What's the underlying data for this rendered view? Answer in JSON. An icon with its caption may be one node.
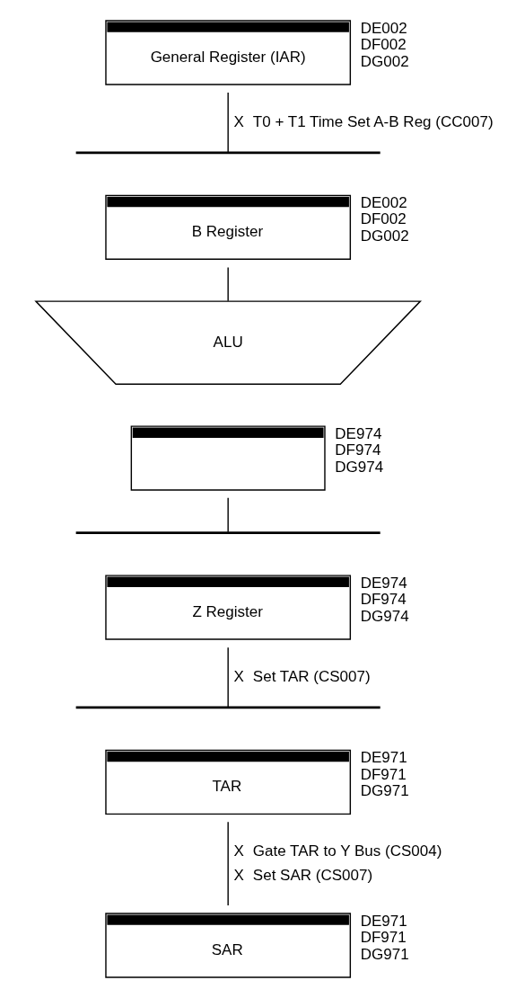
{
  "diagram": {
    "nodes": [
      {
        "text": [
          "General Register (IAR)"
        ],
        "beside": [
          "DE002",
          "DF002",
          "DG002"
        ]
      },
      {
        "text": [],
        "shape": "bar"
      },
      {
        "text": [
          "B Register"
        ],
        "beside": [
          "DE002",
          "DF002",
          "DG002"
        ]
      },
      {
        "text": [
          "ALU"
        ]
      },
      {
        "text": [],
        "shape": "box",
        "beside": [
          "DE974",
          "DF974",
          "DG974"
        ]
      },
      {
        "text": [],
        "shape": "bar"
      },
      {
        "text": [
          "Z Register"
        ],
        "beside": [
          "DE974",
          "DF974",
          "DG974"
        ]
      },
      {
        "text": [],
        "shape": "bar"
      },
      {
        "text": [
          "TAR"
        ],
        "beside": [
          "DE971",
          "DF971",
          "DG971"
        ]
      },
      {
        "text": [
          "SAR"
        ],
        "beside": [
          "DE971",
          "DF971",
          "DG971"
        ]
      }
    ],
    "edges": [
      {
        "from": 0,
        "to": 1,
        "arrow": "none",
        "label": "T0 + T1 Time Set A-B Reg (CC007)"
      },
      {
        "from": 2,
        "to": 3,
        "arrow": "none"
      },
      {
        "from": 4,
        "to": 5,
        "arrow": "none"
      },
      {
        "from": 6,
        "to": 7,
        "arrow": "none",
        "label": "Set TAR (CS007)"
      },
      {
        "from": 8,
        "to": 9,
        "arrow": "none",
        "label": "Gate TAR to Y Bus (CS004)"
      }
    ],
    "labels": [
      "X",
      "X",
      "X",
      "X",
      "Set SAR (CS007)"
    ]
  }
}
